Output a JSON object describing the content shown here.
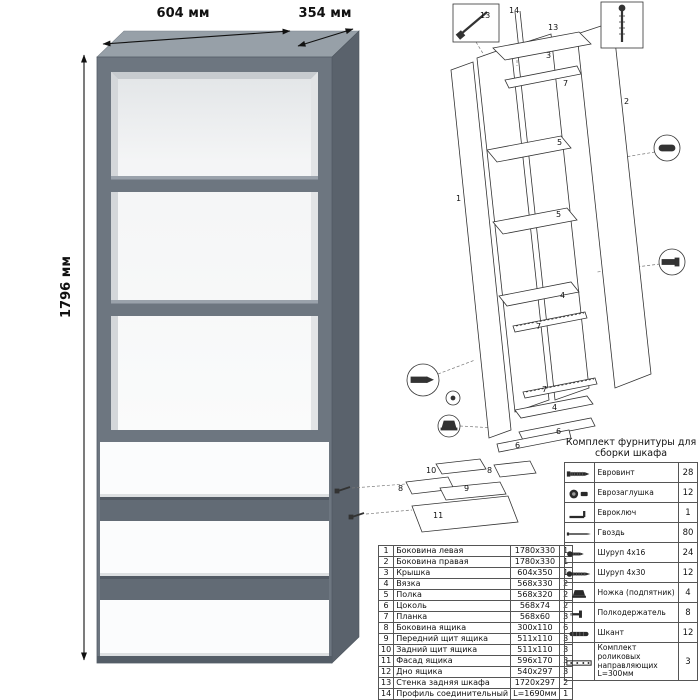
{
  "dimensions": {
    "width": "604 мм",
    "depth": "354 мм",
    "height": "1796 мм"
  },
  "parts_table": {
    "rows": [
      {
        "num": "1",
        "name": "Боковина левая",
        "size": "1780x330",
        "qty": "1"
      },
      {
        "num": "2",
        "name": "Боковина правая",
        "size": "1780x330",
        "qty": "1"
      },
      {
        "num": "3",
        "name": "Крышка",
        "size": "604x350",
        "qty": "1"
      },
      {
        "num": "4",
        "name": "Вязка",
        "size": "568x330",
        "qty": "2"
      },
      {
        "num": "5",
        "name": "Полка",
        "size": "568x320",
        "qty": "2"
      },
      {
        "num": "6",
        "name": "Цоколь",
        "size": "568x74",
        "qty": "2"
      },
      {
        "num": "7",
        "name": "Планка",
        "size": "568x60",
        "qty": "3"
      },
      {
        "num": "8",
        "name": "Боковина ящика",
        "size": "300x110",
        "qty": "6"
      },
      {
        "num": "9",
        "name": "Передний щит ящика",
        "size": "511x110",
        "qty": "3"
      },
      {
        "num": "10",
        "name": "Задний щит ящика",
        "size": "511x110",
        "qty": "3"
      },
      {
        "num": "11",
        "name": "Фасад ящика",
        "size": "596x170",
        "qty": "3"
      },
      {
        "num": "12",
        "name": "Дно ящика",
        "size": "540x297",
        "qty": "3"
      },
      {
        "num": "13",
        "name": "Стенка задняя шкафа",
        "size": "1720x297",
        "qty": "2"
      },
      {
        "num": "14",
        "name": "Профиль соединительный",
        "size": "L=1690мм",
        "qty": "1"
      }
    ]
  },
  "hardware": {
    "title": "Комплект фурнитуры для сборки шкафа",
    "rows": [
      {
        "icon": "euroscrew-icon",
        "name": "Евровинт",
        "qty": "28"
      },
      {
        "icon": "europlug-icon",
        "name": "Еврозаглушка",
        "qty": "12"
      },
      {
        "icon": "eurokey-icon",
        "name": "Евроключ",
        "qty": "1"
      },
      {
        "icon": "nail-icon",
        "name": "Гвоздь",
        "qty": "80"
      },
      {
        "icon": "screw-4x16-icon",
        "name": "Шуруп 4x16",
        "qty": "24"
      },
      {
        "icon": "screw-4x30-icon",
        "name": "Шуруп 4x30",
        "qty": "12"
      },
      {
        "icon": "foot-icon",
        "name": "Ножка (подпятник)",
        "qty": "4"
      },
      {
        "icon": "shelf-holder-icon",
        "name": "Полкодержатель",
        "qty": "8"
      },
      {
        "icon": "dowel-icon",
        "name": "Шкант",
        "qty": "12"
      },
      {
        "icon": "roller-rail-icon",
        "name": "Комплект роликовых направляющих L=300мм",
        "qty": "3"
      }
    ]
  },
  "exploded_view": {
    "labels": [
      "13",
      "14",
      "13",
      "3",
      "7",
      "2",
      "5",
      "1",
      "5",
      "4",
      "7",
      "7",
      "4",
      "6",
      "6"
    ]
  },
  "drawer_diagram": {
    "labels": [
      "10",
      "8",
      "8",
      "9",
      "11"
    ]
  }
}
